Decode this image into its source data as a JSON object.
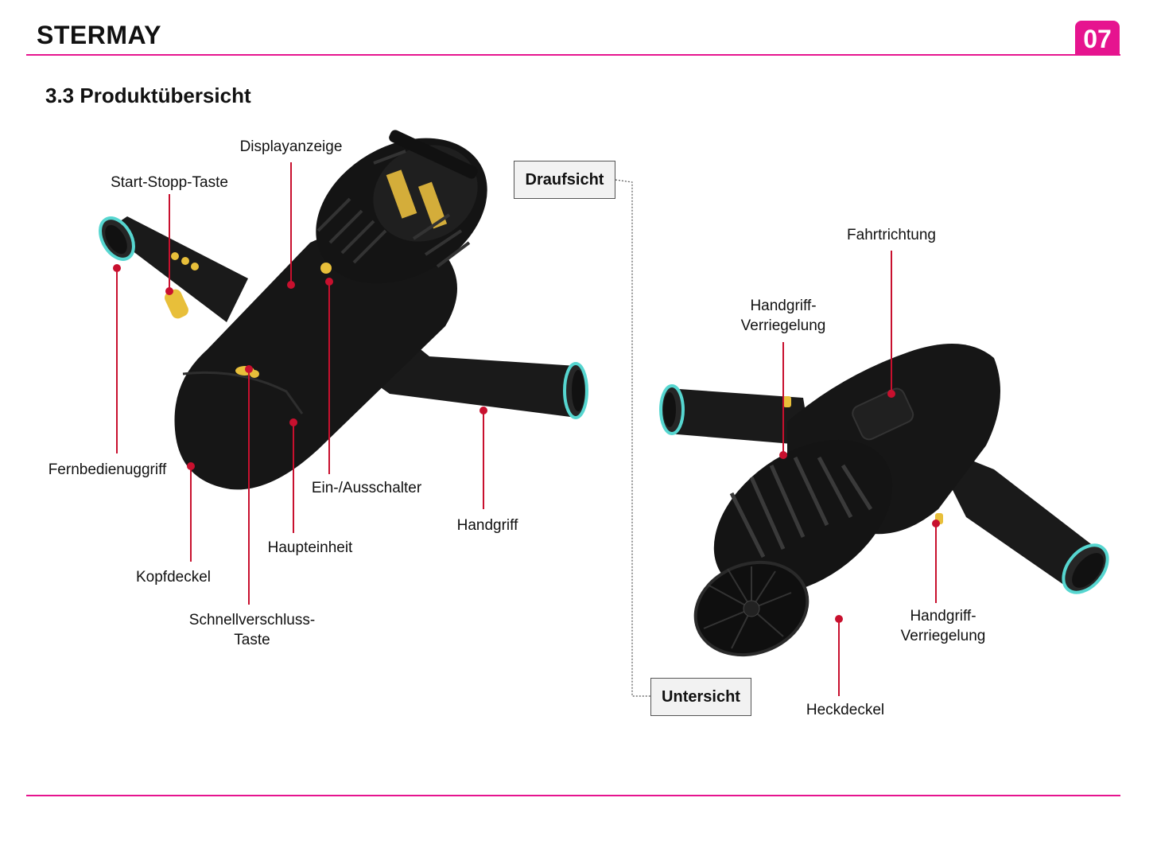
{
  "header": {
    "brand": "STERMAY",
    "page_number": "07"
  },
  "section": {
    "title": "3.3 Produktübersicht"
  },
  "views": {
    "top": "Draufsicht",
    "bottom": "Untersicht"
  },
  "labels": {
    "display": "Displayanzeige",
    "start_stop": "Start-Stopp-Taste",
    "remote_grip": "Fernbedienuggriff",
    "head_cover": "Kopfdeckel",
    "quick_release": "Schnellverschluss-\nTaste",
    "main_unit": "Haupteinheit",
    "power_switch": "Ein-/Ausschalter",
    "handle": "Handgriff",
    "direction": "Fahrtrichtung",
    "handle_lock_top": "Handgriff-\nVerriegelung",
    "handle_lock_bottom": "Handgriff-\nVerriegelung",
    "tail_cover": "Heckdeckel"
  },
  "colors": {
    "accent": "#e6148f",
    "leader": "#c8102e",
    "body": "#1a1a1a",
    "teal": "#56d6d0",
    "gold": "#e8bf3a"
  }
}
